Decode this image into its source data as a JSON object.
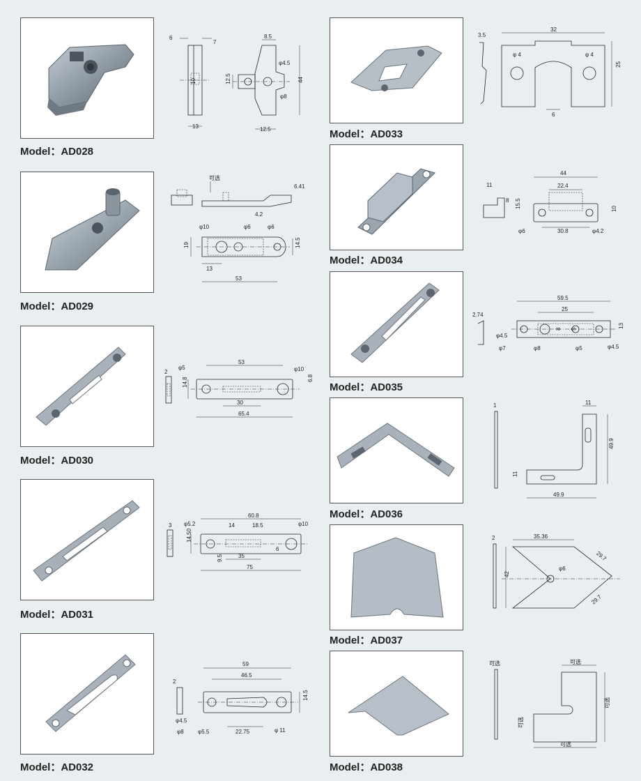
{
  "models": [
    {
      "id": "AD028",
      "label": "Model：AD028",
      "dims": [
        "6",
        "7",
        "8.5",
        "φ4.5",
        "12.5",
        "44",
        "φ8",
        "13",
        "12.5",
        "10"
      ]
    },
    {
      "id": "AD029",
      "label": "Model：AD029",
      "dims": [
        "可选",
        "6.41",
        "4.2",
        "φ10",
        "φ6",
        "φ6",
        "19",
        "14.5",
        "13",
        "53"
      ]
    },
    {
      "id": "AD030",
      "label": "Model：AD030",
      "dims": [
        "2",
        "φ5",
        "53",
        "φ10",
        "14.8",
        "6.8",
        "30",
        "65.4"
      ]
    },
    {
      "id": "AD031",
      "label": "Model：AD031",
      "dims": [
        "3",
        "60.8",
        "φ5.2",
        "14",
        "18.5",
        "φ10",
        "14.50",
        "9.5",
        "35",
        "75",
        "6"
      ]
    },
    {
      "id": "AD032",
      "label": "Model：AD032",
      "dims": [
        "59",
        "46.5",
        "2",
        "14.5",
        "φ4.5",
        "φ8",
        "φ5.5",
        "22.75",
        "φ 11"
      ]
    },
    {
      "id": "AD033",
      "label": "Model：AD033",
      "dims": [
        "3.5",
        "32",
        "φ 4",
        "φ 4",
        "25",
        "6"
      ]
    },
    {
      "id": "AD034",
      "label": "Model：AD034",
      "dims": [
        "44",
        "22.4",
        "11",
        "8",
        "15.5",
        "10",
        "φ6",
        "30.8",
        "φ4.2"
      ]
    },
    {
      "id": "AD035",
      "label": "Model：AD035",
      "dims": [
        "59.5",
        "2.74",
        "25",
        "φ4.5",
        "8",
        "5",
        "13",
        "φ7",
        "φ8",
        "φ5",
        "φ4.5"
      ]
    },
    {
      "id": "AD036",
      "label": "Model：AD036",
      "dims": [
        "1",
        "11",
        "49.9",
        "11",
        "49.9"
      ]
    },
    {
      "id": "AD037",
      "label": "Model：AD037",
      "dims": [
        "2",
        "35.36",
        "29.7",
        "φ6",
        "42",
        "29.7"
      ]
    },
    {
      "id": "AD038",
      "label": "Model：AD038",
      "dims": [
        "可选",
        "可选",
        "可选",
        "可选",
        "可选"
      ]
    }
  ]
}
